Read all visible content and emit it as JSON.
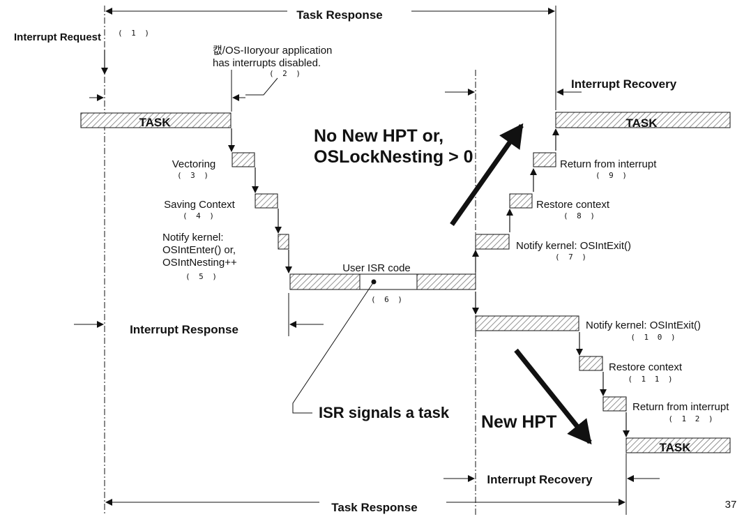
{
  "labels": {
    "task_response_top": "Task Response",
    "task_response_bottom": "Task Response",
    "interrupt_request": "Interrupt Request",
    "n1": "( 1 )",
    "os_disabled_line1": "캢/OS-IIoryour application",
    "os_disabled_line2": "has interrupts disabled.",
    "n2": "( 2 )",
    "interrupt_recovery_top": "Interrupt Recovery",
    "interrupt_recovery_bottom": "Interrupt Recovery",
    "task_left": "TASK",
    "task_right_top": "TASK",
    "task_right_bottom": "TASK",
    "vectoring": "Vectoring",
    "n3": "( 3 )",
    "saving_context": "Saving Context",
    "n4": "( 4 )",
    "notify_enter_line1": "Notify kernel:",
    "notify_enter_line2": "OSIntEnter() or,",
    "notify_enter_line3": "OSIntNesting++",
    "n5": "( 5 )",
    "user_isr_code": "User ISR code",
    "n6": "( 6 )",
    "interrupt_response": "Interrupt Response",
    "no_new_hpt_line1": "No New HPT or,",
    "no_new_hpt_line2": "OSLockNesting > 0",
    "return_from_interrupt_top": "Return from interrupt",
    "n9": "( 9 )",
    "restore_context_top": "Restore context",
    "n8": "( 8 )",
    "notify_exit_top": "Notify kernel: OSIntExit()",
    "n7": "( 7 )",
    "notify_exit_bottom": "Notify kernel: OSIntExit()",
    "n10": "( 1 0 )",
    "restore_context_bottom": "Restore context",
    "n11": "( 1 1 )",
    "return_from_interrupt_bottom": "Return from interrupt",
    "n12": "( 1 2 )",
    "isr_signals": "ISR signals a task",
    "new_hpt": "New HPT",
    "page_number": "37"
  },
  "colors": {
    "ink": "#111111",
    "hatch": "#777777",
    "background": "#ffffff"
  }
}
